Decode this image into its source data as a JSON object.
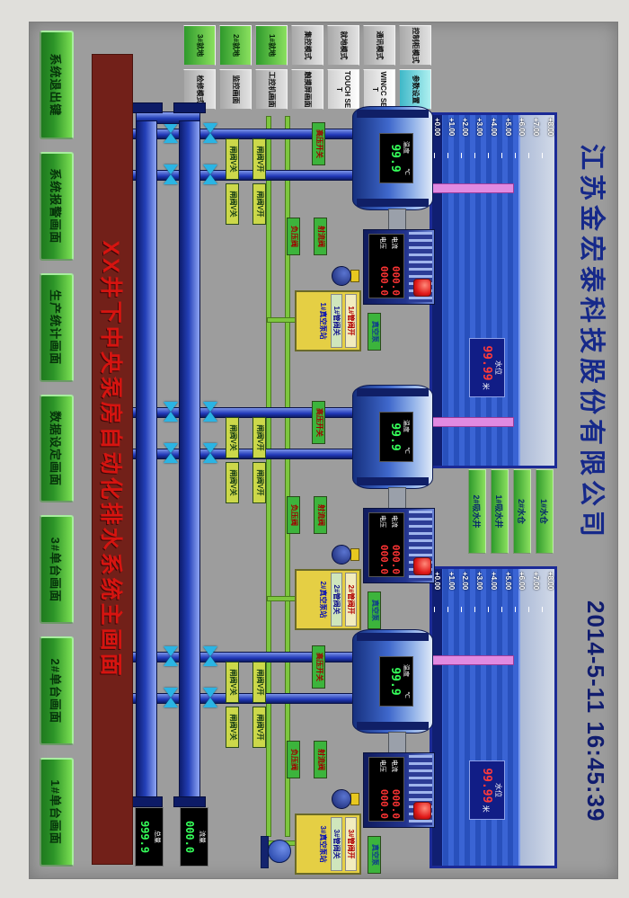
{
  "header": {
    "company": "江苏金宏泰科技股份有限公司",
    "datetime": "2014-5-11  16:45:39"
  },
  "title": "XX井下中央泵房自动化排水系统主画面",
  "nav_buttons": [
    "系统退出键",
    "系统报警画面",
    "生产统计画面",
    "数据设定画面",
    "3#单台画面",
    "2#单台画面",
    "1#单台画面"
  ],
  "left_panel": {
    "items": [
      "控制柜模式",
      "通讯模式",
      "就地模式",
      "集控模式",
      "1#就地",
      "2#就地",
      "3#就地",
      "参数设置",
      "WINCC SET",
      "TOUCH SET",
      "触摸屏画面",
      "工控机画面",
      "监控画面",
      "检修模式"
    ]
  },
  "sump": {
    "buttons": [
      "1#水仓",
      "2#水仓",
      "1#吸水井",
      "2#吸水井"
    ],
    "tanks": [
      {
        "scale": [
          "+8.00",
          "+7.00",
          "+6.00",
          "+5.00",
          "+4.00",
          "+3.00",
          "+2.00",
          "+1.00",
          "+0.00"
        ],
        "level_label": "水位",
        "level_value": "99.99",
        "level_unit": "米"
      },
      {
        "scale": [
          "+8.00",
          "+7.00",
          "+6.00",
          "+5.00",
          "+4.00",
          "+3.00",
          "+2.00",
          "+1.00",
          "+0.00"
        ],
        "level_label": "水位",
        "level_value": "99.99",
        "level_unit": "米"
      }
    ]
  },
  "units": [
    {
      "pump_temp_label": "温度",
      "pump_temp_value": "99.9",
      "pump_temp_unit": "℃",
      "current_label": "电流",
      "current_value": "000.0",
      "voltage_label": "电压",
      "voltage_value": "000.0",
      "vacuum_line1": "1#管阀开",
      "vacuum_line2": "1#管阀关",
      "vacuum_title": "1#真空泵站"
    },
    {
      "pump_temp_label": "温度",
      "pump_temp_value": "99.9",
      "pump_temp_unit": "℃",
      "current_label": "电流",
      "current_value": "000.0",
      "voltage_label": "电压",
      "voltage_value": "000.0",
      "vacuum_line1": "2#管阀开",
      "vacuum_line2": "2#管阀关",
      "vacuum_title": "2#真空泵站"
    },
    {
      "pump_temp_label": "温度",
      "pump_temp_value": "99.9",
      "pump_temp_unit": "℃",
      "current_label": "电流",
      "current_value": "000.0",
      "voltage_label": "电压",
      "voltage_value": "000.0",
      "vacuum_line1": "3#管阀开",
      "vacuum_line2": "3#管阀关",
      "vacuum_title": "3#真空泵站"
    }
  ],
  "shared_tags": {
    "valve_open": "闸阀V开",
    "valve_close": "闸阀V关",
    "hv_switch": "高压开关",
    "jet_valve": "射流阀",
    "neg_valve": "负压阀",
    "vac_pump": "真空泵"
  },
  "flow_displays": [
    {
      "label": "流量",
      "value": "000.0"
    },
    {
      "label": "总量",
      "value": "999.9"
    }
  ],
  "colors": {
    "screen_bg": "#9d9d9d",
    "pipe_blue": "#2440b8",
    "pipe_green": "#7dc63e",
    "pipe_pink": "#e18ae1",
    "button_green": "#2f9a2c",
    "title_text": "#d61410",
    "title_bg": "#722019",
    "company_text": "#16298a",
    "led_green": "#35ff5a",
    "led_red": "#ff3434"
  }
}
